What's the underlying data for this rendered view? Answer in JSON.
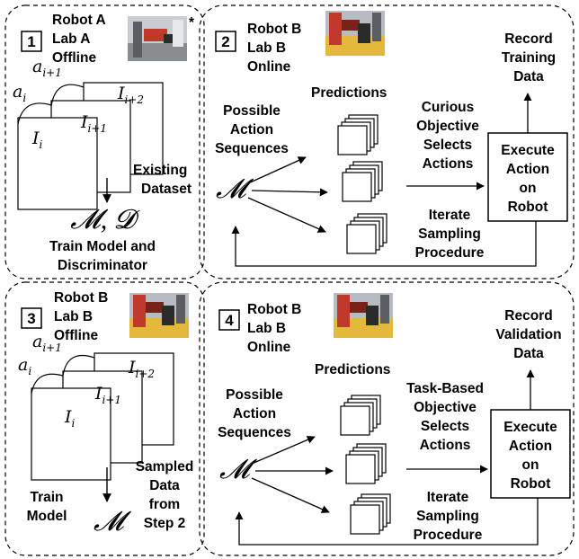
{
  "panel1": {
    "step": "1",
    "robot": "Robot A",
    "lab": "Lab A",
    "mode": "Offline",
    "asterisk": "*",
    "a_prev": "a",
    "a_prev_sub": "i",
    "a_next": "a",
    "a_next_sub": "i+1",
    "img0": "I",
    "img0_sub": "i",
    "img1": "I",
    "img1_sub": "i+1",
    "img2": "I",
    "img2_sub": "i+2",
    "dataset_1": "Existing",
    "dataset_2": "Dataset",
    "model_symbols": "𝓜, 𝓓",
    "train_1": "Train Model and",
    "train_2": "Discriminator"
  },
  "panel2": {
    "step": "2",
    "robot": "Robot B",
    "lab": "Lab B",
    "mode": "Online",
    "record_1": "Record",
    "record_2": "Training",
    "record_3": "Data",
    "predictions": "Predictions",
    "possible_1": "Possible",
    "possible_2": "Action",
    "possible_3": "Sequences",
    "objective_1": "Curious",
    "objective_2": "Objective",
    "objective_3": "Selects",
    "objective_4": "Actions",
    "execute_1": "Execute",
    "execute_2": "Action",
    "execute_3": "on",
    "execute_4": "Robot",
    "model_symbol": "𝓜",
    "iterate_1": "Iterate",
    "iterate_2": "Sampling",
    "iterate_3": "Procedure"
  },
  "panel3": {
    "step": "3",
    "robot": "Robot B",
    "lab": "Lab B",
    "mode": "Offline",
    "a_prev": "a",
    "a_prev_sub": "i",
    "a_next": "a",
    "a_next_sub": "i+1",
    "img0": "I",
    "img0_sub": "i",
    "img1": "I",
    "img1_sub": "i+1",
    "img2": "I",
    "img2_sub": "i+2",
    "sampled_1": "Sampled",
    "sampled_2": "Data",
    "sampled_3": "from",
    "sampled_4": "Step 2",
    "train_1": "Train",
    "train_2": "Model",
    "model_symbol": "𝓜"
  },
  "panel4": {
    "step": "4",
    "robot": "Robot B",
    "lab": "Lab B",
    "mode": "Online",
    "record_1": "Record",
    "record_2": "Validation",
    "record_3": "Data",
    "predictions": "Predictions",
    "possible_1": "Possible",
    "possible_2": "Action",
    "possible_3": "Sequences",
    "objective_1": "Task-Based",
    "objective_2": "Objective",
    "objective_3": "Selects",
    "objective_4": "Actions",
    "execute_1": "Execute",
    "execute_2": "Action",
    "execute_3": "on",
    "execute_4": "Robot",
    "model_symbol": "𝓜",
    "iterate_1": "Iterate",
    "iterate_2": "Sampling",
    "iterate_3": "Procedure"
  },
  "colors": {
    "line": "#000000",
    "photo_bg": "#c9cdd2",
    "robot_red": "#c0392b",
    "floor_yellow": "#e2b93b"
  }
}
